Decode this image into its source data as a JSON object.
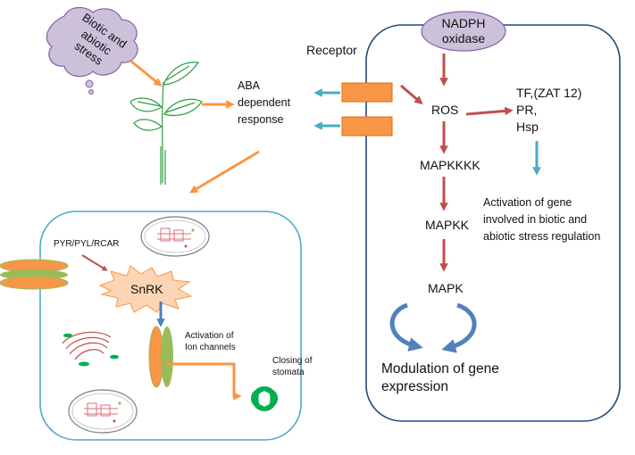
{
  "stress": {
    "line1": "Biotic and",
    "line2": "abiotic",
    "line3": "stress"
  },
  "receptor": "Receptor",
  "aba": {
    "line1": "ABA",
    "line2": "dependent",
    "line3": "response"
  },
  "nadph": {
    "line1": "NADPH",
    "line2": "oxidase"
  },
  "ros": "ROS",
  "tf": {
    "line1": "TF,(ZAT 12)",
    "line2": "PR,",
    "line3": "Hsp"
  },
  "mapkkkk": "MAPKKKK",
  "mapkk": "MAPKK",
  "mapk": "MAPK",
  "activation_gene": {
    "line1": "Activation of gene",
    "line2": "involved in biotic and",
    "line3": "abiotic stress regulation"
  },
  "modulation": {
    "line1": "Modulation of gene",
    "line2": "expression"
  },
  "pyr": "PYR/PYL/RCAR",
  "snrk": "SnRK",
  "ion_channels": {
    "line1": "Activation of",
    "line2": "Ion channels"
  },
  "stomata": {
    "line1": "Closing of",
    "line2": "stomata"
  },
  "colors": {
    "red_arrow": "#c0504d",
    "orange_arrow": "#f79646",
    "blue_arrow": "#4bacc6",
    "dark_blue_arrow": "#4f81bd",
    "cell_border": "#4bacc6",
    "right_cell_border": "#1f497d",
    "nadph_fill": "#ccc0da",
    "receptor_fill": "#f79646",
    "guard_cell": "#00b050"
  }
}
